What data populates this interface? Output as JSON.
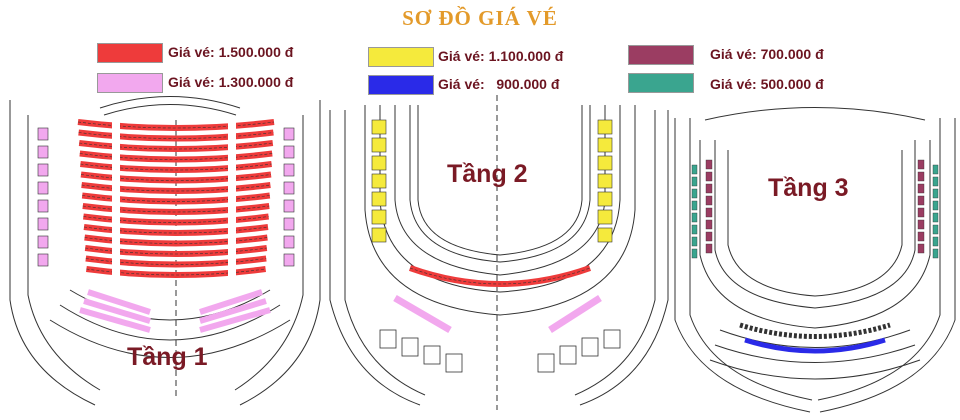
{
  "title": "SƠ ĐỒ GIÁ VÉ",
  "legend": [
    {
      "label": "Giá vé: 1.500.000 đ",
      "color": "#ee3b3b"
    },
    {
      "label": "Giá vé: 1.300.000 đ",
      "color": "#f2a8ee"
    },
    {
      "label": "Giá vé: 1.100.000 đ",
      "color": "#f5ea3c"
    },
    {
      "label": "Giá vé:   900.000 đ",
      "color": "#2a2ae8"
    },
    {
      "label": "Giá vé: 700.000 đ",
      "color": "#9b3d62"
    },
    {
      "label": "Giá vé: 500.000 đ",
      "color": "#3aa58f"
    }
  ],
  "floors": [
    {
      "label": "Tầng 1"
    },
    {
      "label": "Tầng 2"
    },
    {
      "label": "Tầng 3"
    }
  ],
  "colors": {
    "title": "#e39a2a",
    "label": "#7a1a25",
    "line": "#333333"
  }
}
